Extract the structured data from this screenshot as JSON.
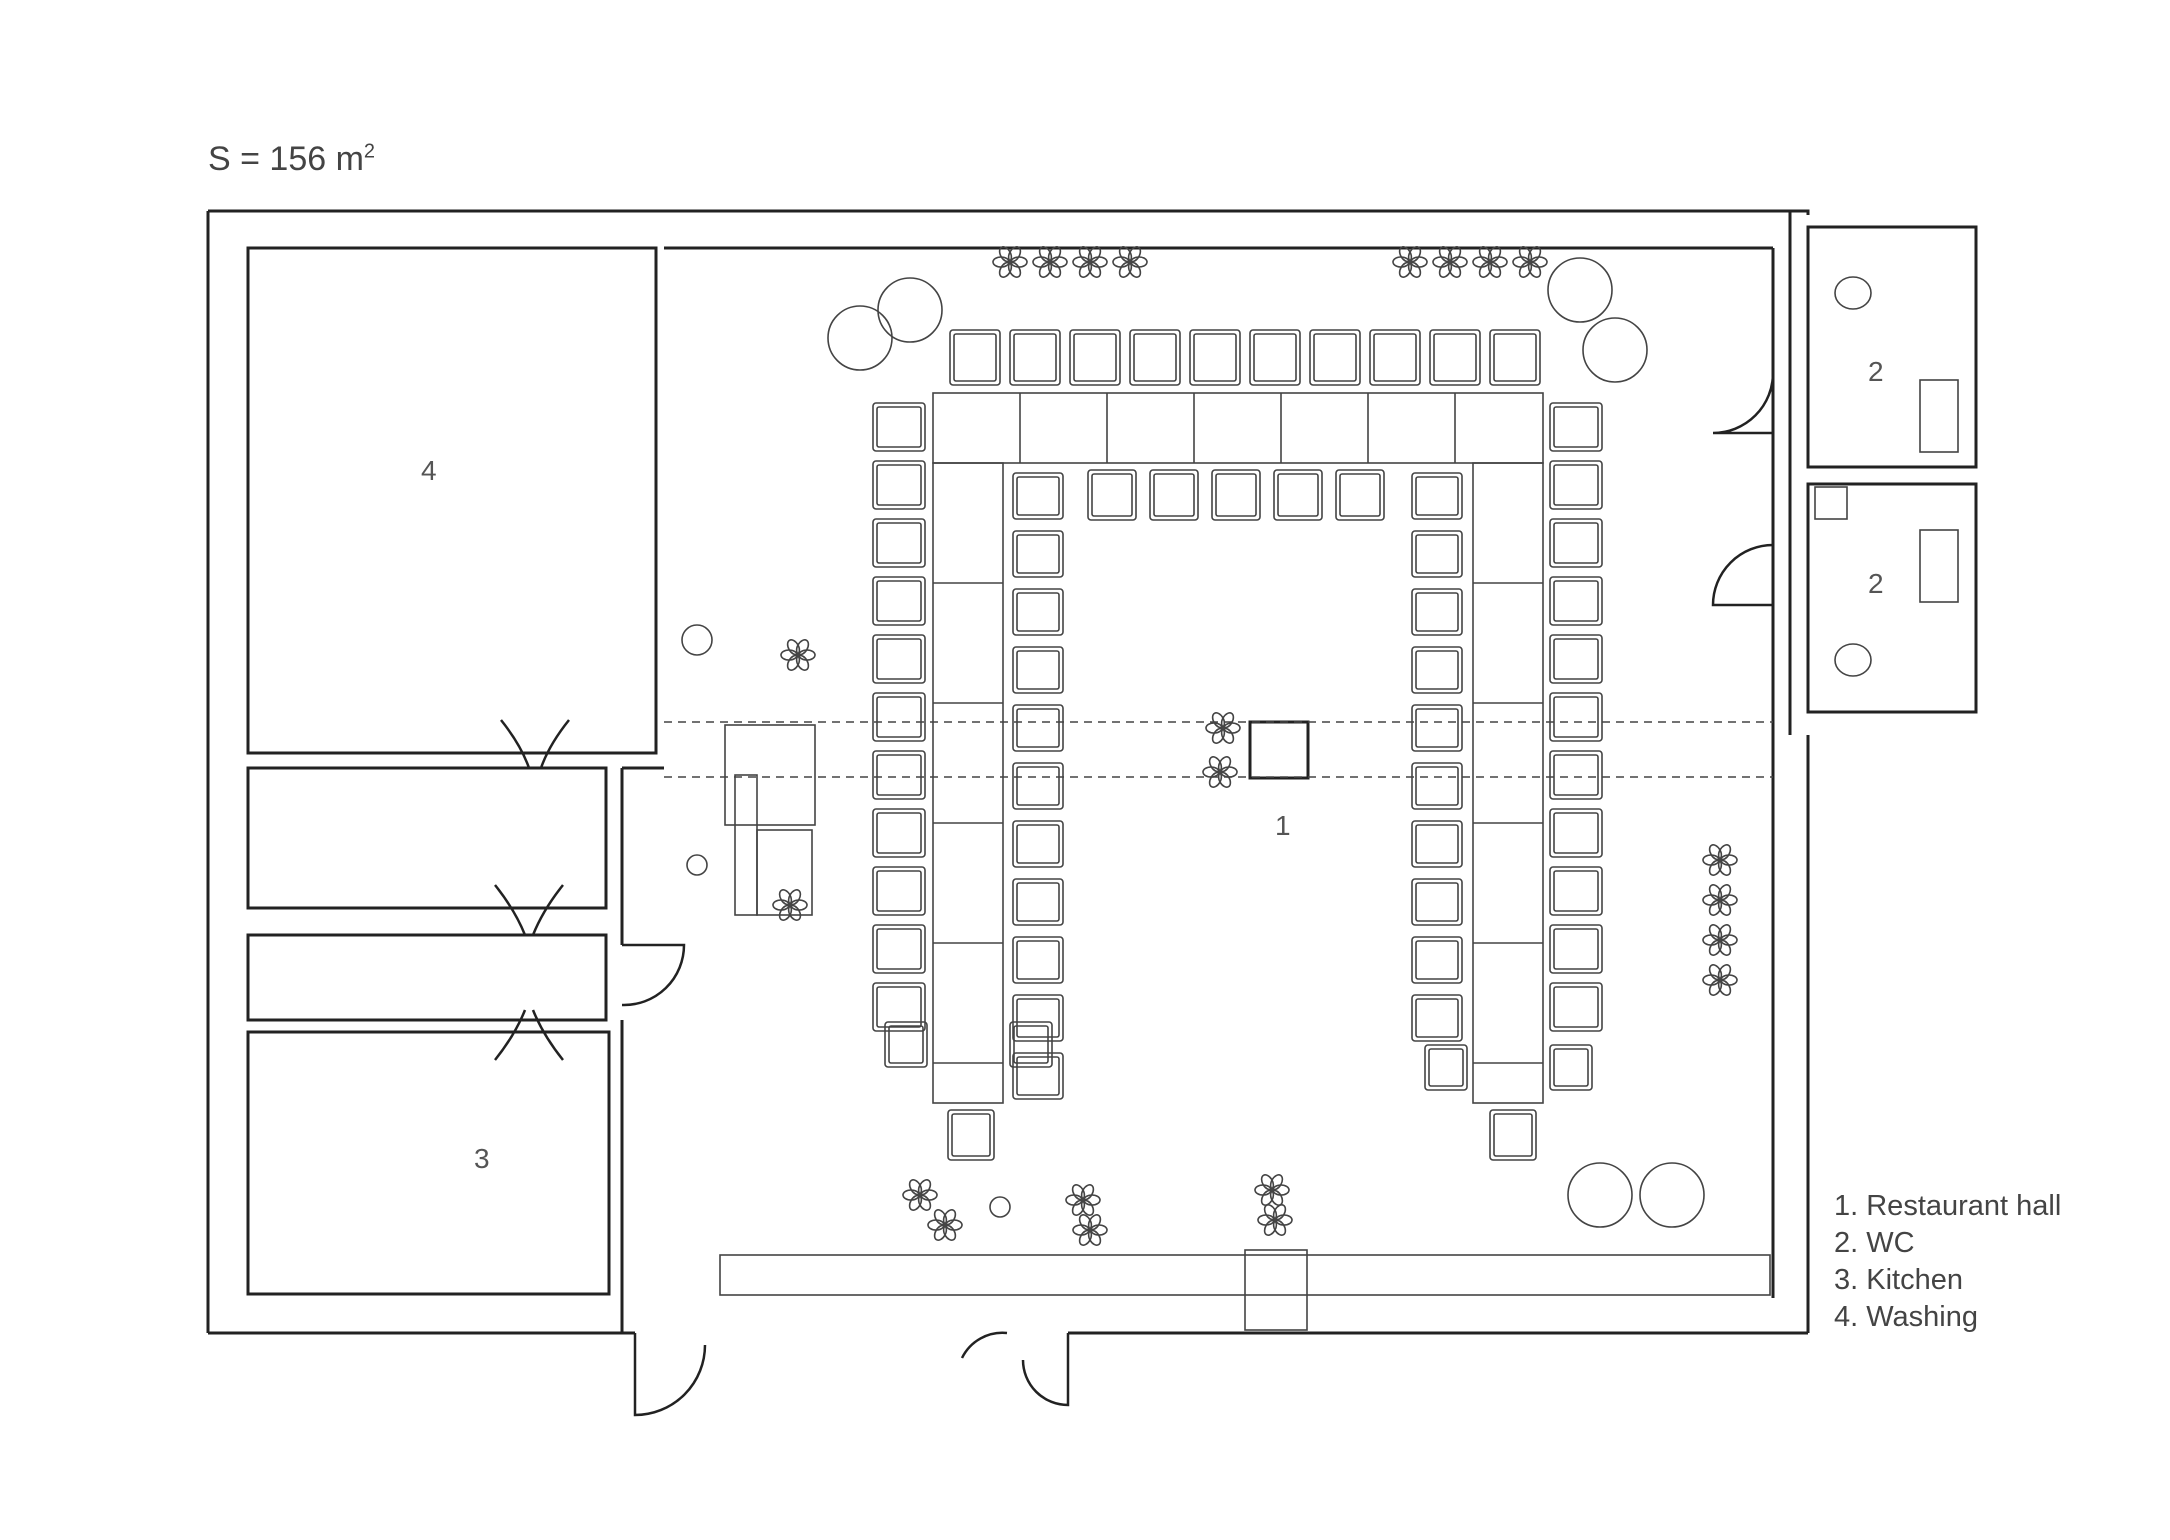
{
  "area": {
    "prefix": "S = 156 m",
    "superscript": "2"
  },
  "rooms": {
    "restaurant_hall": "1",
    "wc_upper": "2",
    "wc_lower": "2",
    "kitchen": "3",
    "washing": "4"
  },
  "legend": [
    "1. Restaurant hall",
    "2. WC",
    "3. Kitchen",
    "4. Washing"
  ],
  "colors": {
    "line": "#222222",
    "fine_line": "#555555",
    "background": "#ffffff"
  },
  "icons": [
    "chair-icon",
    "table-icon",
    "plant-icon",
    "door-swing-icon",
    "toilet-icon",
    "sink-icon",
    "person-icon"
  ]
}
